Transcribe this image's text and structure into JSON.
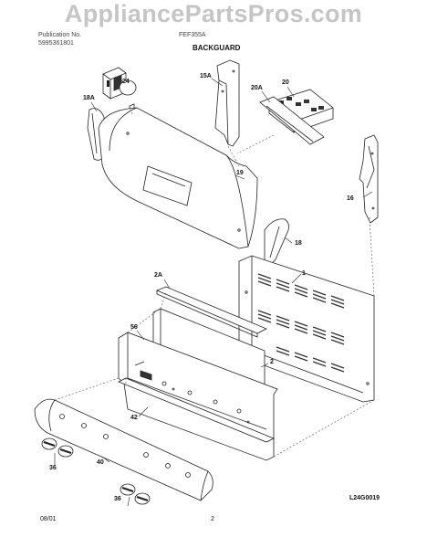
{
  "watermark": "AppliancePartsPros.com",
  "header": {
    "left_line1": "Publication No.",
    "left_line2": "5995361801",
    "model": "FEF355A"
  },
  "title": "BACKGUARD",
  "callouts": {
    "c24": "24",
    "c18A": "18A",
    "c15A": "15A",
    "c20A": "20A",
    "c20": "20",
    "c19": "19",
    "c16": "16",
    "c18": "18",
    "c2A": "2A",
    "c1": "1",
    "c56": "56",
    "c2": "2",
    "c42": "42",
    "c36a": "36",
    "c40": "40",
    "c36b": "36"
  },
  "footer": {
    "date": "08/01",
    "page": "2",
    "code": "L24G0019"
  }
}
